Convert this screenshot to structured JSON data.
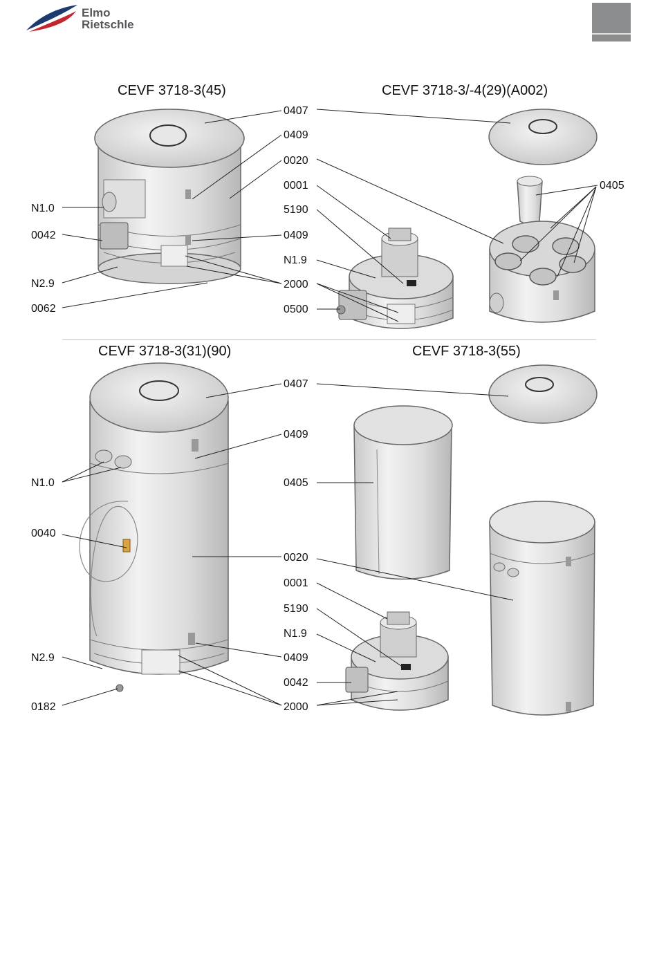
{
  "brand": {
    "name_line1": "Elmo",
    "name_line2": "Rietschle",
    "logo_colors": [
      "#1d3a6e",
      "#c1272d"
    ]
  },
  "corner_tab": {
    "color": "#8a8c8e"
  },
  "divider": {
    "color": "#bfbfbf"
  },
  "titles": {
    "top_left": "CEVF 3718-3(45)",
    "top_right": "CEVF 3718-3/-4(29)(A002)",
    "bottom_left": "CEVF 3718-3(31)(90)",
    "bottom_right": "CEVF 3718-3(55)"
  },
  "labels": {
    "top": {
      "p0407": "0407",
      "p0409a": "0409",
      "p0020": "0020",
      "p0001": "0001",
      "p5190": "5190",
      "p0409b": "0409",
      "pN19": "N1.9",
      "p2000": "2000",
      "p0500": "0500",
      "pN10": "N1.0",
      "p0042": "0042",
      "pN29": "N2.9",
      "p0062": "0062",
      "p0405": "0405"
    },
    "bottom": {
      "p0407": "0407",
      "p0409a": "0409",
      "p0405": "0405",
      "p0020": "0020",
      "p0001": "0001",
      "p5190": "5190",
      "pN19": "N1.9",
      "p0409b": "0409",
      "p0042": "0042",
      "p2000": "2000",
      "pN10": "N1.0",
      "p0040": "0040",
      "pN29": "N2.9",
      "p0182": "0182"
    }
  }
}
